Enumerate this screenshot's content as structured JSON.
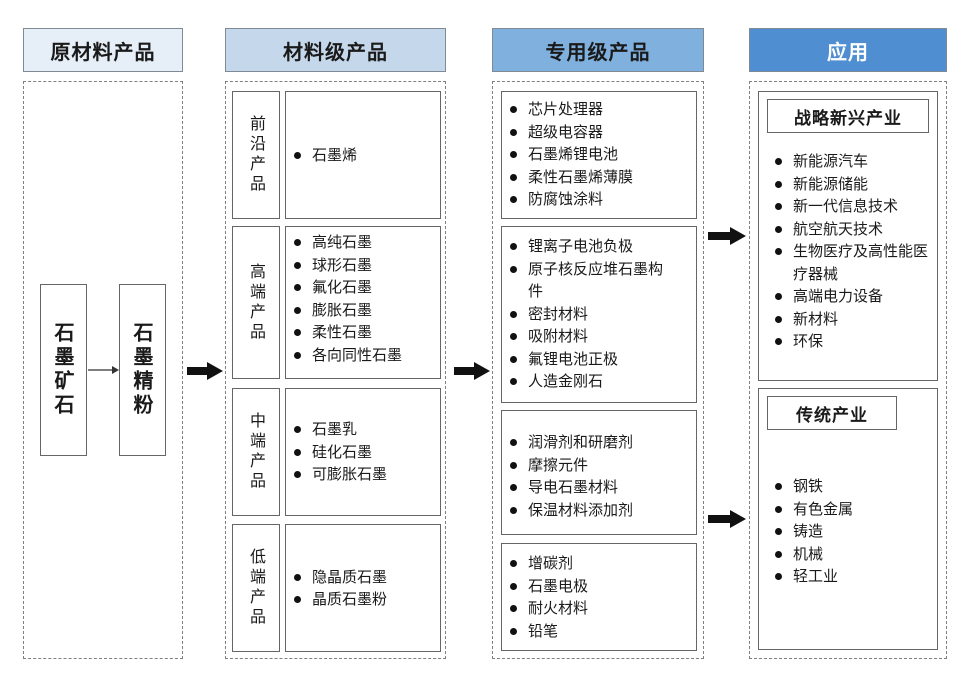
{
  "columns": {
    "raw": "原材料产品",
    "material": "材料级产品",
    "special": "专用级产品",
    "application": "应用"
  },
  "raw_materials": {
    "ore": "石墨矿石",
    "refined": "石墨精粉"
  },
  "material_tiers": [
    {
      "tier": "前沿产品",
      "items": [
        "石墨烯"
      ]
    },
    {
      "tier": "高端产品",
      "items": [
        "高纯石墨",
        "球形石墨",
        "氟化石墨",
        "膨胀石墨",
        "柔性石墨",
        "各向同性石墨"
      ]
    },
    {
      "tier": "中端产品",
      "items": [
        "石墨乳",
        "硅化石墨",
        "可膨胀石墨"
      ]
    },
    {
      "tier": "低端产品",
      "items": [
        "隐晶质石墨",
        "晶质石墨粉"
      ]
    }
  ],
  "special_groups": [
    {
      "items": [
        "芯片处理器",
        "超级电容器",
        "石墨烯锂电池",
        "柔性石墨烯薄膜",
        "防腐蚀涂料"
      ]
    },
    {
      "items": [
        "锂离子电池负极",
        "原子核反应堆石墨构件",
        "密封材料",
        "吸附材料",
        "氟锂电池正极",
        "人造金刚石"
      ]
    },
    {
      "items": [
        "润滑剂和研磨剂",
        "摩擦元件",
        "导电石墨材料",
        "保温材料添加剂"
      ]
    },
    {
      "items": [
        "增碳剂",
        "石墨电极",
        "耐火材料",
        "铅笔"
      ]
    }
  ],
  "applications": [
    {
      "title": "战略新兴产业",
      "items": [
        "新能源汽车",
        "新能源储能",
        "新一代信息技术",
        "航空航天技术",
        "生物医疗及高性能医疗器械",
        "高端电力设备",
        "新材料",
        "环保"
      ]
    },
    {
      "title": "传统产业",
      "items": [
        "钢铁",
        "有色金属",
        "铸造",
        "机械",
        "轻工业"
      ]
    }
  ]
}
